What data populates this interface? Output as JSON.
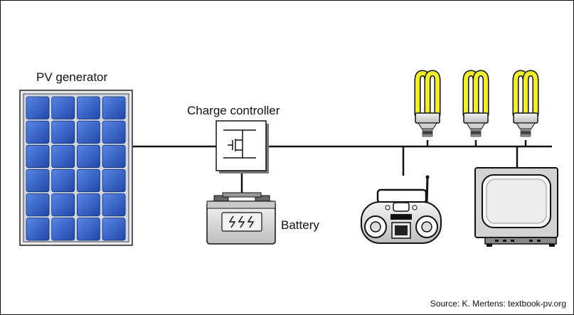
{
  "labels": {
    "pv_generator": "PV generator",
    "charge_controller": "Charge controller",
    "battery": "Battery"
  },
  "source": "Source: K. Mertens: textbook-pv.org",
  "components": {
    "solar_panel": {
      "icon": "solar-panel-icon",
      "cells_rows": 6,
      "cells_cols": 4
    },
    "charge_controller": {
      "icon": "charge-controller-icon"
    },
    "battery": {
      "icon": "battery-icon"
    },
    "lamps": {
      "icon": "cfl-bulb-icon",
      "count": 3
    },
    "radio": {
      "icon": "radio-icon"
    },
    "television": {
      "icon": "television-icon"
    }
  },
  "colors": {
    "cell_blue": "#2f5fc8",
    "bulb_yellow": "#f2ef2a",
    "line": "#111111"
  }
}
